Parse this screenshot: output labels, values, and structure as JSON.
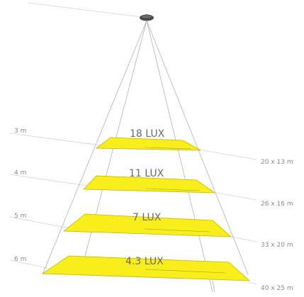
{
  "diagram": {
    "fixture": {
      "icon": "ceiling-light-icon",
      "color": "#4a4a4a"
    },
    "colors": {
      "plane_fill": "#f7ee1b",
      "plane_edge": "#c8b400",
      "guide_line": "#9a9a9a",
      "label_text": "#6a6a6a"
    },
    "levels": [
      {
        "height_label": "3 m",
        "lux_label": "18 LUX",
        "size_label": "20 x 13 m"
      },
      {
        "height_label": "4 m",
        "lux_label": "11 LUX",
        "size_label": "26 x 16 m"
      },
      {
        "height_label": "5 m",
        "lux_label": "7 LUX",
        "size_label": "33 x 20 m"
      },
      {
        "height_label": "6 m",
        "lux_label": "4.3 LUX",
        "size_label": "40 x 25 m"
      }
    ]
  }
}
